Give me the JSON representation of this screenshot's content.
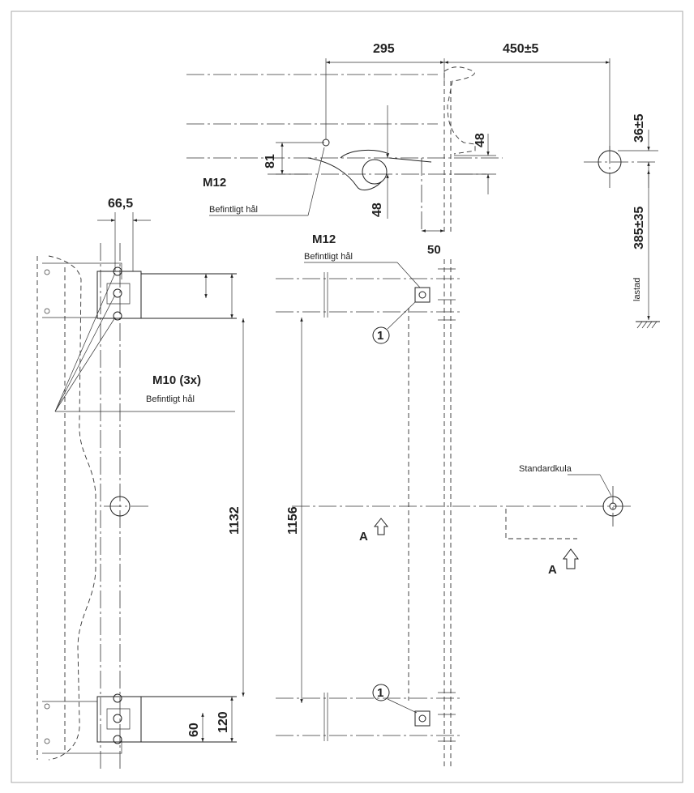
{
  "dimensions": {
    "d295": "295",
    "d450": "450±5",
    "d36": "36±5",
    "d48a": "48",
    "d81": "81",
    "d48b": "48",
    "d50": "50",
    "d385": "385±35",
    "d66": "66,5",
    "d1132": "1132",
    "d1156": "1156",
    "d60": "60",
    "d120": "120"
  },
  "labels": {
    "m12_top": "M12",
    "befintligt_top": "Befintligt hål",
    "m12_mid": "M12",
    "befintligt_mid": "Befintligt hål",
    "m10": "M10 (3x)",
    "befintligt_m10": "Befintligt hål",
    "lastad": "lastad",
    "standardkula": "Standardkula",
    "section_a1": "A",
    "section_a2": "A",
    "callout_1a": "1",
    "callout_1b": "1"
  }
}
